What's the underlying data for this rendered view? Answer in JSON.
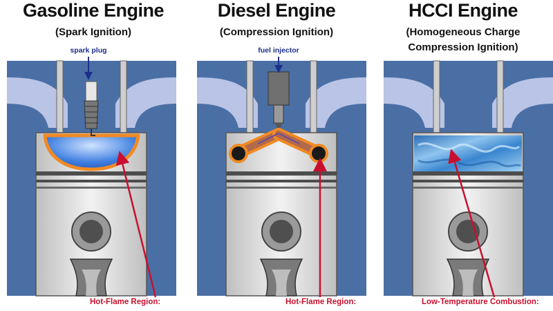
{
  "panels": [
    {
      "title": "Gasoline Engine",
      "subtitle_lines": [
        "(Spark Ignition)"
      ],
      "part_label": "spark plug",
      "region_label": "Hot-Flame Region:"
    },
    {
      "title": "Diesel Engine",
      "subtitle_lines": [
        "(Compression Ignition)"
      ],
      "part_label": "fuel injector",
      "region_label": "Hot-Flame Region:"
    },
    {
      "title": "HCCI Engine",
      "subtitle_lines": [
        "(Homogeneous Charge",
        "Compression Ignition)"
      ],
      "part_label": "",
      "region_label": "Low-Temperature Combustion:"
    }
  ],
  "colors": {
    "cylinder_bg": "#4a6fa5",
    "port": "#b9c4e6",
    "metal": "#d8d8d8",
    "arrow": "#c8102e",
    "flame": "#f08a24",
    "charge": "#5b9bd5"
  }
}
